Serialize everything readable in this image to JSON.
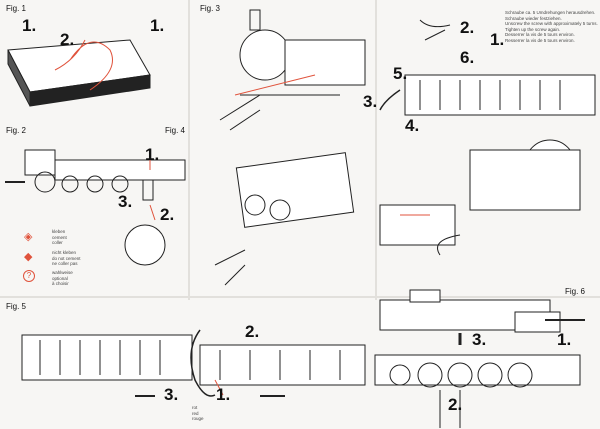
{
  "figures": {
    "fig1": {
      "label": "Fig. 1",
      "steps": [
        "1.",
        "2.",
        "1."
      ]
    },
    "fig2": {
      "label": "Fig. 2"
    },
    "fig3": {
      "label": "Fig. 3",
      "steps": [
        "2.",
        "6.",
        "1.",
        "5.",
        "3.",
        "4."
      ]
    },
    "fig4": {
      "label": "Fig. 4",
      "steps": [
        "1.",
        "3.",
        "2."
      ]
    },
    "fig5": {
      "label": "Fig. 5",
      "steps": [
        "2.",
        "3.",
        "1."
      ],
      "wire_note": [
        "rot",
        "red",
        "rouge"
      ]
    },
    "fig6": {
      "label": "Fig. 6",
      "steps": [
        "3.",
        "1.",
        "2."
      ]
    }
  },
  "instructions": [
    "Schraube ca. 5 Umdrehungen herausdrehen.",
    "Schraube wieder festziehen.",
    "Unscrew the screw with approximately 5 turns.",
    "Tighten up the screw again.",
    "Desserrer la vis de 5 tours environ.",
    "Resserrer la vis de 5 tours environ."
  ],
  "legend": [
    {
      "icon": "cement-icon",
      "lines": [
        "kleben",
        "cement",
        "coller"
      ]
    },
    {
      "icon": "no-cement-icon",
      "lines": [
        "nicht kleben",
        "do not cement",
        "ne coller pas"
      ]
    },
    {
      "icon": "optional-icon",
      "lines": [
        "wahlweise",
        "optional",
        "à choisir"
      ]
    }
  ],
  "colors": {
    "accent": "#e0533c",
    "line": "#222222"
  }
}
